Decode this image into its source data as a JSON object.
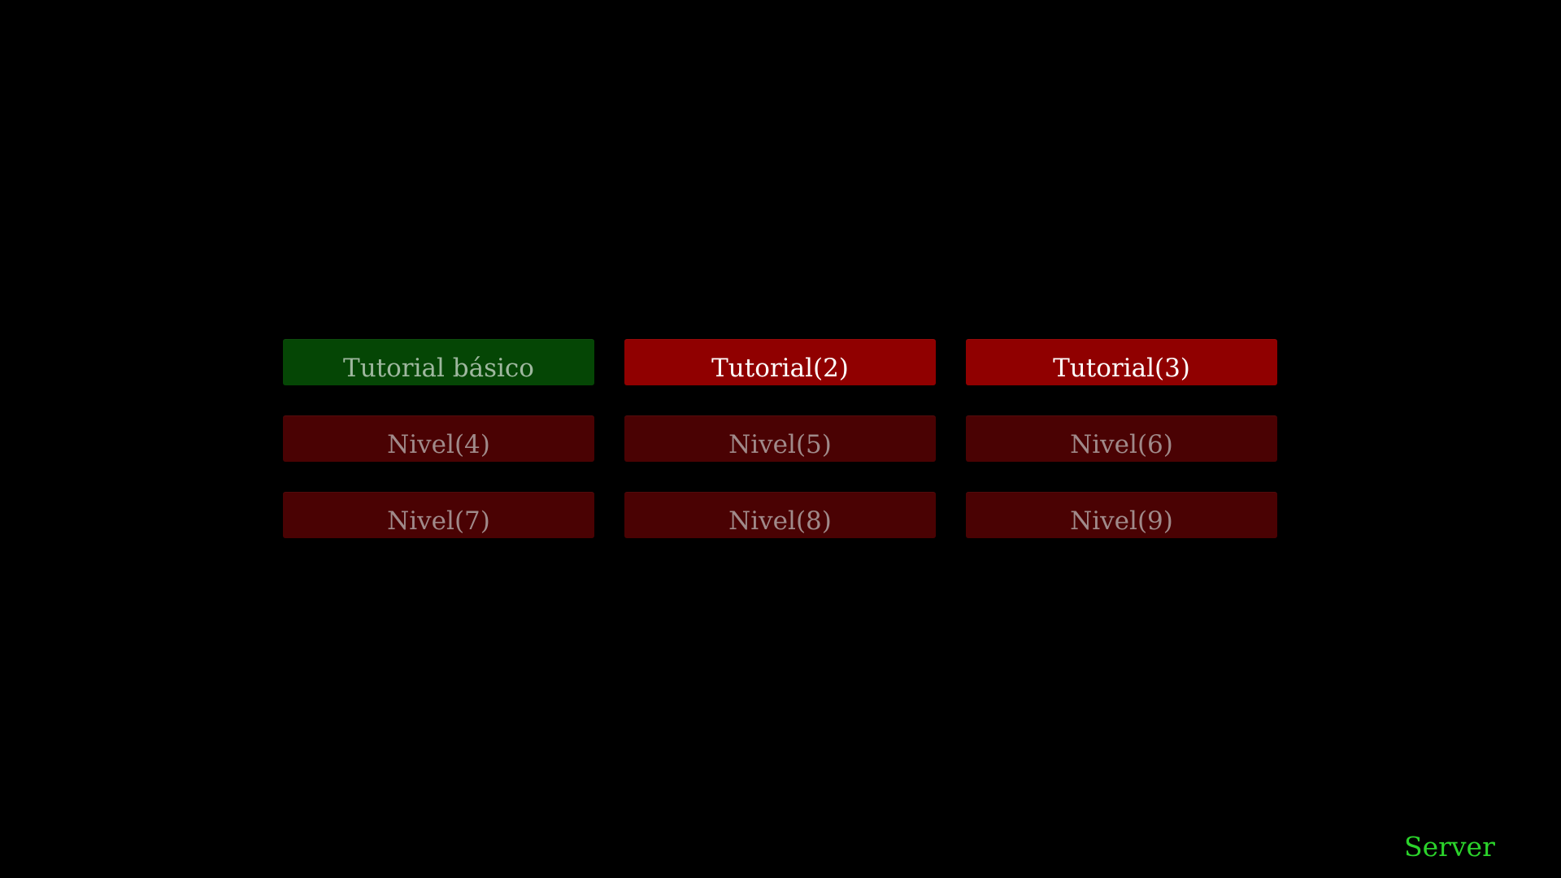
{
  "levels": [
    {
      "label": "Tutorial básico",
      "state": "completed"
    },
    {
      "label": "Tutorial(2)",
      "state": "available"
    },
    {
      "label": "Tutorial(3)",
      "state": "available"
    },
    {
      "label": "Nivel(4)",
      "state": "locked"
    },
    {
      "label": "Nivel(5)",
      "state": "locked"
    },
    {
      "label": "Nivel(6)",
      "state": "locked"
    },
    {
      "label": "Nivel(7)",
      "state": "locked"
    },
    {
      "label": "Nivel(8)",
      "state": "locked"
    },
    {
      "label": "Nivel(9)",
      "state": "locked"
    }
  ],
  "colors": {
    "background": "#000000",
    "completed": "#054605",
    "available": "#900000",
    "locked": "#4a0203",
    "server_text": "#2bd32b"
  },
  "server": {
    "label": "Server"
  }
}
